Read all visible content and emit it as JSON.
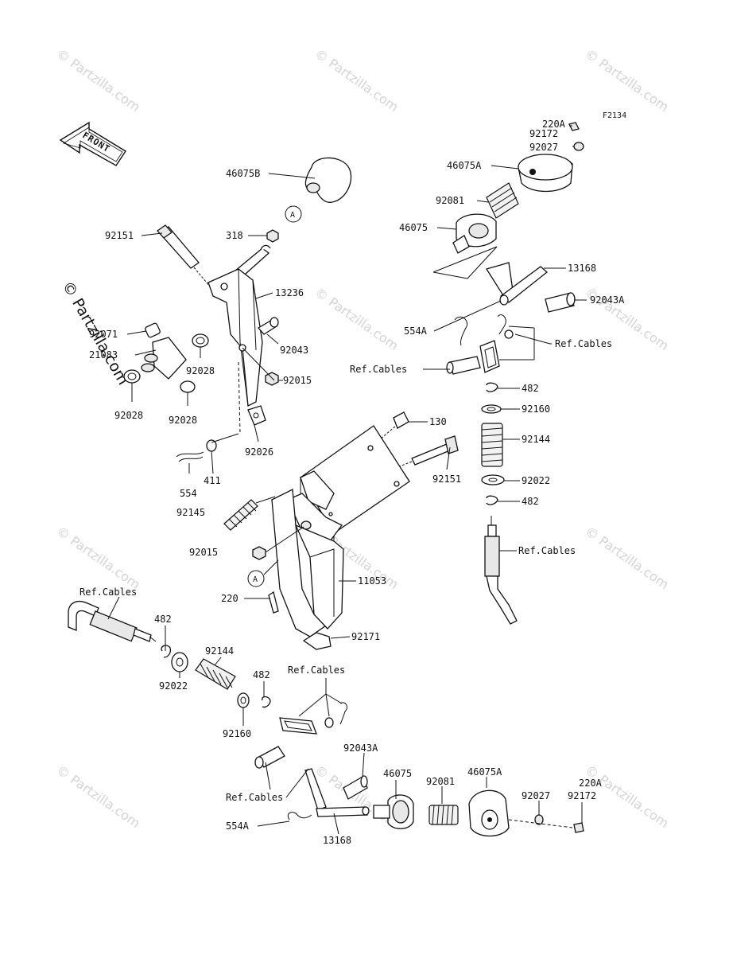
{
  "diagram_id": "F2134",
  "front_label": "FRONT",
  "copyright": "© Partzilla.com",
  "watermark": "© Partzilla.com",
  "ref_marker": "A",
  "labels": {
    "l_220A_top": "220A",
    "l_92172_top": "92172",
    "l_92027_top": "92027",
    "l_46075A_top": "46075A",
    "l_92081_top": "92081",
    "l_46075_top": "46075",
    "l_13168_top": "13168",
    "l_92043A_top": "92043A",
    "l_554A_top": "554A",
    "l_refcables_r1": "Ref.Cables",
    "l_refcables_r2": "Ref.Cables",
    "l_482_r1": "482",
    "l_92160_r": "92160",
    "l_92144_r": "92144",
    "l_92022_r": "92022",
    "l_482_r2": "482",
    "l_refcables_r3": "Ref.Cables",
    "l_46075B": "46075B",
    "l_92151_l": "92151",
    "l_318": "318",
    "l_13236": "13236",
    "l_92071": "92071",
    "l_21083": "21083",
    "l_92043": "92043",
    "l_92015_1": "92015",
    "l_92028_a": "92028",
    "l_92028_b": "92028",
    "l_92028_c": "92028",
    "l_92026": "92026",
    "l_554": "554",
    "l_411": "411",
    "l_130": "130",
    "l_92151_r": "92151",
    "l_92145": "92145",
    "l_92015_2": "92015",
    "l_11053": "11053",
    "l_220": "220",
    "l_92171": "92171",
    "l_refcables_l": "Ref.Cables",
    "l_482_l": "482",
    "l_92144_l": "92144",
    "l_92022_l": "92022",
    "l_92160_l": "92160",
    "l_482_m": "482",
    "l_refcables_m": "Ref.Cables",
    "l_92043A_b": "92043A",
    "l_46075_b": "46075",
    "l_92081_b": "92081",
    "l_46075A_b": "46075A",
    "l_220A_b": "220A",
    "l_92027_b": "92027",
    "l_92172_b": "92172",
    "l_refcables_b": "Ref.Cables",
    "l_554A_b": "554A",
    "l_13168_b": "13168"
  }
}
